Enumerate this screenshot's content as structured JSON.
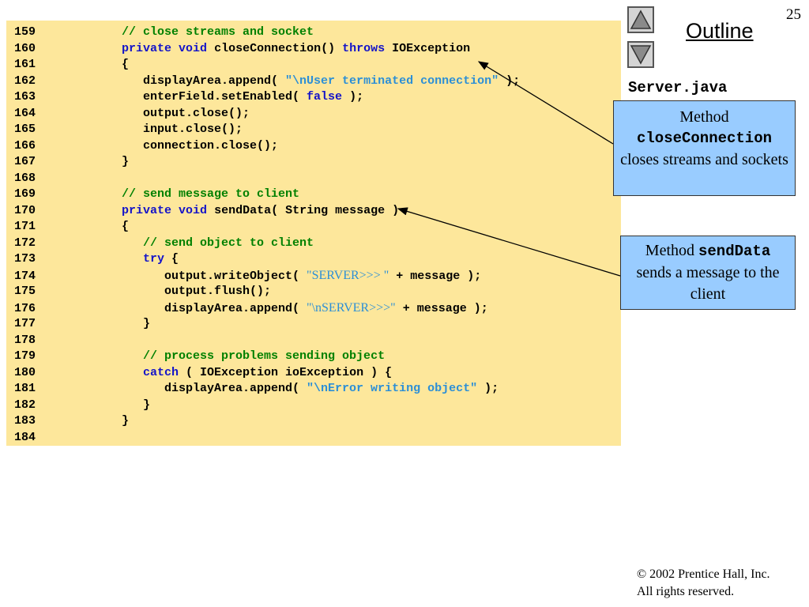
{
  "slide_number": "25",
  "outline_link": "Outline",
  "file_name": "Server.java",
  "code_lines": [
    {
      "n": "159",
      "segments": [
        {
          "t": "      "
        },
        {
          "t": "// close streams and socket",
          "c": "comment"
        }
      ]
    },
    {
      "n": "160",
      "segments": [
        {
          "t": "      "
        },
        {
          "t": "private",
          "c": "keyword"
        },
        {
          "t": " "
        },
        {
          "t": "void",
          "c": "keyword"
        },
        {
          "t": " closeConnection() "
        },
        {
          "t": "throws",
          "c": "keyword"
        },
        {
          "t": " IOException"
        }
      ]
    },
    {
      "n": "161",
      "segments": [
        {
          "t": "      {"
        }
      ]
    },
    {
      "n": "162",
      "segments": [
        {
          "t": "         displayArea.append( "
        },
        {
          "t": "\"\\nUser terminated connection\"",
          "c": "string"
        },
        {
          "t": " );"
        }
      ]
    },
    {
      "n": "163",
      "segments": [
        {
          "t": "         enterField.setEnabled( "
        },
        {
          "t": "false",
          "c": "keyword"
        },
        {
          "t": " );"
        }
      ]
    },
    {
      "n": "164",
      "segments": [
        {
          "t": "         output.close();"
        }
      ]
    },
    {
      "n": "165",
      "segments": [
        {
          "t": "         input.close();"
        }
      ]
    },
    {
      "n": "166",
      "segments": [
        {
          "t": "         connection.close();"
        }
      ]
    },
    {
      "n": "167",
      "segments": [
        {
          "t": "      }"
        }
      ]
    },
    {
      "n": "168",
      "segments": []
    },
    {
      "n": "169",
      "segments": [
        {
          "t": "      "
        },
        {
          "t": "// send message to client",
          "c": "comment"
        }
      ]
    },
    {
      "n": "170",
      "segments": [
        {
          "t": "      "
        },
        {
          "t": "private",
          "c": "keyword"
        },
        {
          "t": " "
        },
        {
          "t": "void",
          "c": "keyword"
        },
        {
          "t": " sendData( String message )"
        }
      ]
    },
    {
      "n": "171",
      "segments": [
        {
          "t": "      {"
        }
      ]
    },
    {
      "n": "172",
      "segments": [
        {
          "t": "         "
        },
        {
          "t": "// send object to client",
          "c": "comment"
        }
      ]
    },
    {
      "n": "173",
      "segments": [
        {
          "t": "         "
        },
        {
          "t": "try",
          "c": "keyword"
        },
        {
          "t": " {"
        }
      ]
    },
    {
      "n": "174",
      "segments": [
        {
          "t": "            output.writeObject( "
        },
        {
          "t": "\"SERVER>>> \"",
          "c": "string-serif"
        },
        {
          "t": " + message );"
        }
      ]
    },
    {
      "n": "175",
      "segments": [
        {
          "t": "            output.flush();"
        }
      ]
    },
    {
      "n": "176",
      "segments": [
        {
          "t": "            displayArea.append( "
        },
        {
          "t": "\"\\nSERVER>>>\"",
          "c": "string-serif"
        },
        {
          "t": " + message );"
        }
      ]
    },
    {
      "n": "177",
      "segments": [
        {
          "t": "         }"
        }
      ]
    },
    {
      "n": "178",
      "segments": []
    },
    {
      "n": "179",
      "segments": [
        {
          "t": "         "
        },
        {
          "t": "// process problems sending object",
          "c": "comment"
        }
      ]
    },
    {
      "n": "180",
      "segments": [
        {
          "t": "         "
        },
        {
          "t": "catch",
          "c": "keyword"
        },
        {
          "t": " ( IOException ioException ) {"
        }
      ]
    },
    {
      "n": "181",
      "segments": [
        {
          "t": "            displayArea.append( "
        },
        {
          "t": "\"\\nError writing object\"",
          "c": "string"
        },
        {
          "t": " );"
        }
      ]
    },
    {
      "n": "182",
      "segments": [
        {
          "t": "         }"
        }
      ]
    },
    {
      "n": "183",
      "segments": [
        {
          "t": "      }"
        }
      ]
    },
    {
      "n": "184",
      "segments": []
    }
  ],
  "callouts": [
    {
      "prefix": "Method",
      "mono": "closeConnection",
      "suffix": "closes streams and sockets"
    },
    {
      "prefix": "Method",
      "mono": "sendData",
      "suffix": "sends a message to the client"
    }
  ],
  "copyright": {
    "line1": "© 2002 Prentice Hall, Inc.",
    "line2": "All rights reserved."
  },
  "colors": {
    "code_bg": "#fde79b",
    "keyword": "#1414c8",
    "comment": "#008000",
    "string": "#2c8fd6",
    "callout_bg": "#99ccff"
  },
  "nav": {
    "up_icon": "triangle-up",
    "down_icon": "triangle-down"
  }
}
